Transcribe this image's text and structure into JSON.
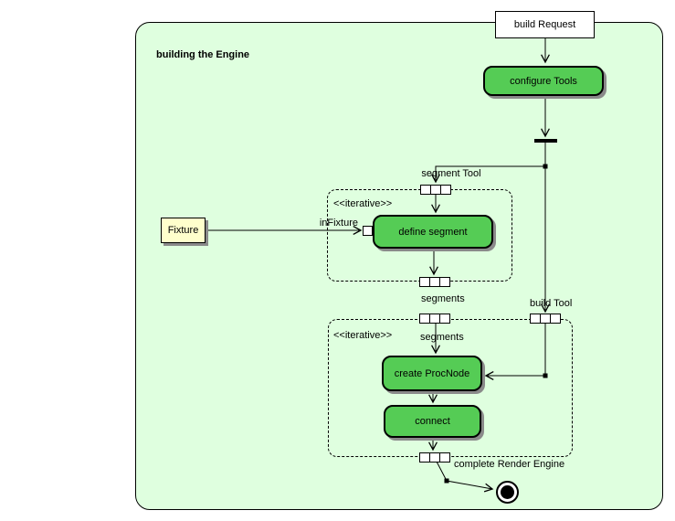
{
  "colors": {
    "canvas_white": "#ffffff",
    "frame_bg": "#dfffdf",
    "action_green": "#55cc55",
    "object_yellow": "#ffffcc",
    "shadow_gray": "#8a8a8a",
    "line_black": "#000000"
  },
  "frame": {
    "title": "building the Engine"
  },
  "objects": {
    "build_request": "build Request",
    "fixture": "Fixture"
  },
  "actions": {
    "configure_tools": "configure Tools",
    "define_segment": "define segment",
    "create_procnode": "create ProcNode",
    "connect": "connect"
  },
  "regions": {
    "stereotype": "<<iterative>>"
  },
  "edge_labels": {
    "segment_tool": "segment Tool",
    "segments_upper": "segments",
    "segments_lower": "segments",
    "build_tool": "build Tool",
    "in_fixture": "inFixture",
    "complete_render_engine": "complete Render Engine"
  }
}
